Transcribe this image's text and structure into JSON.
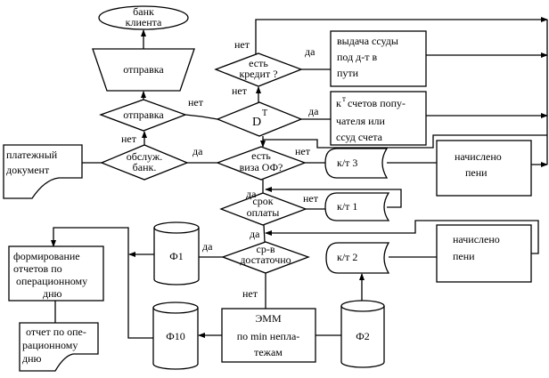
{
  "nodes": {
    "bank_client": {
      "lines": [
        "банк",
        "клиента"
      ]
    },
    "send_trapezoid": {
      "lines": [
        "отправка"
      ]
    },
    "send_decision": {
      "lines": [
        "отправка"
      ]
    },
    "credit_decision": {
      "lines": [
        "есть",
        "кредит ?"
      ]
    },
    "loan_box": {
      "lines": [
        "выдача ссуды",
        "под д-т   в",
        "пути"
      ]
    },
    "dt_decision": {
      "base": "D",
      "sup": "T"
    },
    "kt_box": {
      "prefix": "к",
      "sup": "т",
      "lines": [
        "счетов попу-",
        "чателя или",
        "ссуд счета"
      ]
    },
    "service_decision": {
      "lines": [
        "обслуж.",
        "банк."
      ]
    },
    "payment_doc": {
      "lines": [
        "платежный",
        "документ"
      ]
    },
    "visa_decision": {
      "lines": [
        "есть",
        "виза ОФ?"
      ]
    },
    "kt3": {
      "label": "к/т 3"
    },
    "penalty_top": {
      "lines": [
        "начислено",
        "пени"
      ]
    },
    "term_decision": {
      "lines": [
        "срок",
        "оплаты"
      ]
    },
    "kt1": {
      "label": "к/т 1"
    },
    "funds_decision": {
      "lines": [
        "ср-в",
        "достаточно"
      ]
    },
    "f1": {
      "label": "Ф1"
    },
    "kt2": {
      "label": "к/т 2"
    },
    "penalty_bottom": {
      "lines": [
        "начислено",
        "пени"
      ]
    },
    "reports_box": {
      "lines": [
        "формирование",
        "отчетов по",
        "операционному",
        "дню"
      ]
    },
    "report_doc": {
      "lines": [
        "отчет по опе-",
        "рационному",
        "дню"
      ]
    },
    "f10": {
      "label": "Ф10"
    },
    "emm_box": {
      "lines": [
        "ЭММ",
        "по min непла-",
        "тежам"
      ]
    },
    "f2": {
      "label": "Ф2"
    }
  },
  "edge_labels": {
    "credit_no": "нет",
    "credit_yes": "да",
    "dt_no_up": "нет",
    "send_no": "нет",
    "dt_yes": "да",
    "service_no": "нет",
    "service_yes": "да",
    "visa_no": "нет",
    "visa_yes": "да",
    "term_no": "нет",
    "term_yes": "да",
    "funds_yes": "да",
    "funds_no": "нет"
  }
}
